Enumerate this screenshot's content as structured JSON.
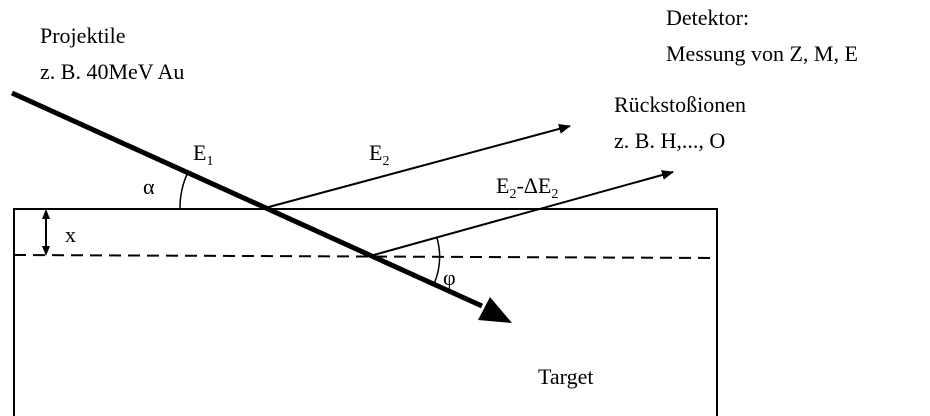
{
  "labels": {
    "projectile_line1": "Projektile",
    "projectile_line2": "z. B. 40MeV Au",
    "detector_line1": "Detektor:",
    "detector_line2": "Messung von Z, M, E",
    "recoil_line1": "Rückstoßionen",
    "recoil_line2": "z. B. H,..., O",
    "energy1_symbol": "E",
    "energy1_sub": "1",
    "energy2_symbol": "E",
    "energy2_sub": "2",
    "energy3_symbol": "E",
    "energy3_sub": "2",
    "energy3_delta": "-ΔE",
    "energy3_delta_sub": "2",
    "alpha": "α",
    "phi": "φ",
    "depth": "x",
    "target": "Target"
  },
  "colors": {
    "ink": "#000000",
    "background": "#ffffff"
  }
}
